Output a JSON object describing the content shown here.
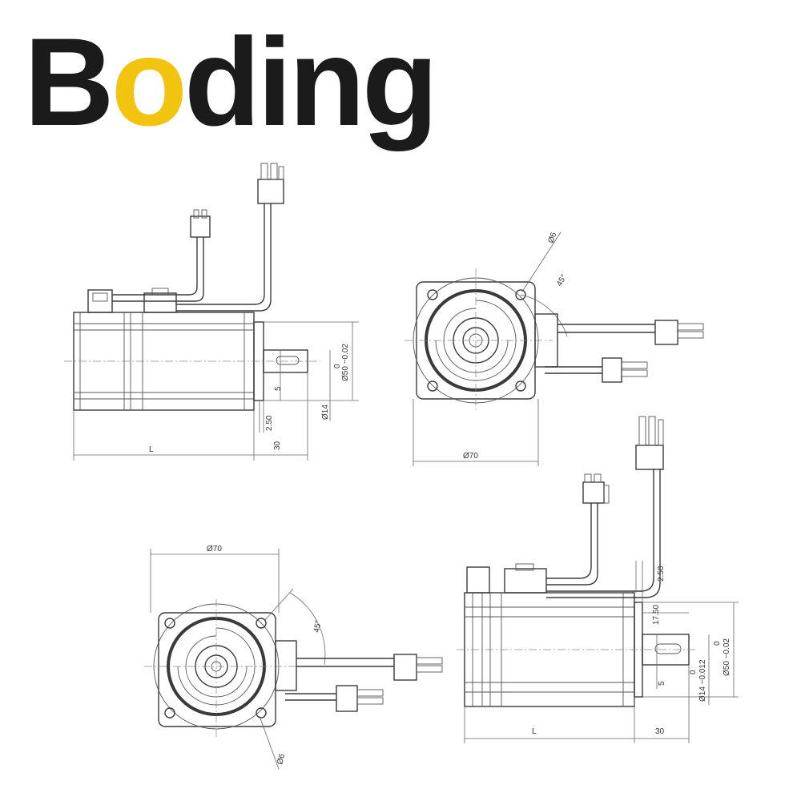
{
  "logo": {
    "letters": [
      "B",
      "o",
      "ding"
    ],
    "colors": {
      "dark": "#1b1b1b",
      "accent": "#f2c30f"
    }
  },
  "labels": {
    "L": "L",
    "d70": "Ø70",
    "d50": "Ø50 −0.02",
    "zero": "0",
    "d14": "Ø14",
    "d14tol": "Ø14 −0.012",
    "d6": "Ø6",
    "n30": "30",
    "n5": "5",
    "n250": "2.50",
    "n1750": "17.50",
    "n45": "45°"
  }
}
